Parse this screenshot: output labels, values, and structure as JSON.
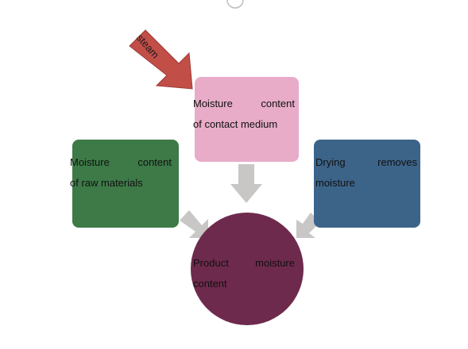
{
  "nodes": {
    "contact_medium": {
      "line1": "Moisture content",
      "line2": "of contact medium",
      "color": "#e8acc8"
    },
    "raw_materials": {
      "line1": "Moisture content",
      "line2": "of raw materials",
      "color": "#3d7a47"
    },
    "drying": {
      "line1": "Drying removes",
      "line2": "moisture",
      "color": "#3c6489"
    },
    "product": {
      "line1": "Product moisture",
      "line2": "content",
      "color": "#6e2a4c"
    }
  },
  "steam": {
    "label": "steam",
    "color": "#c24e48"
  },
  "arrow_color": "#c9c6c6"
}
